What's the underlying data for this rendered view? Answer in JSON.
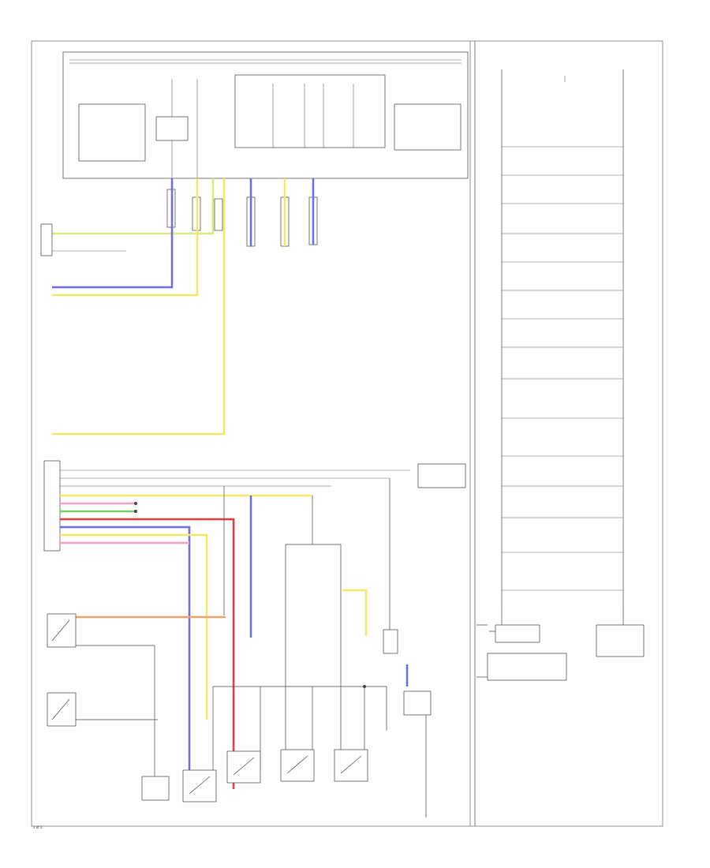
{
  "colors": {
    "background": "#ffffff",
    "frame": "#777777",
    "wire": "#444444",
    "wire_yellow": "#f2e96a",
    "wire_blue": "#6a6af2",
    "wire_red": "#f03a3a",
    "wire_green": "#7ad06e",
    "wire_pink": "#f2a0c8",
    "wire_orange": "#f2a06a",
    "wire_yellow_green": "#d9ec7a"
  },
  "labels": {
    "footer_page": "1 of 2"
  },
  "icons": [
    "switch-symbol",
    "ground-symbol",
    "connector-symbol",
    "junction-dot"
  ]
}
